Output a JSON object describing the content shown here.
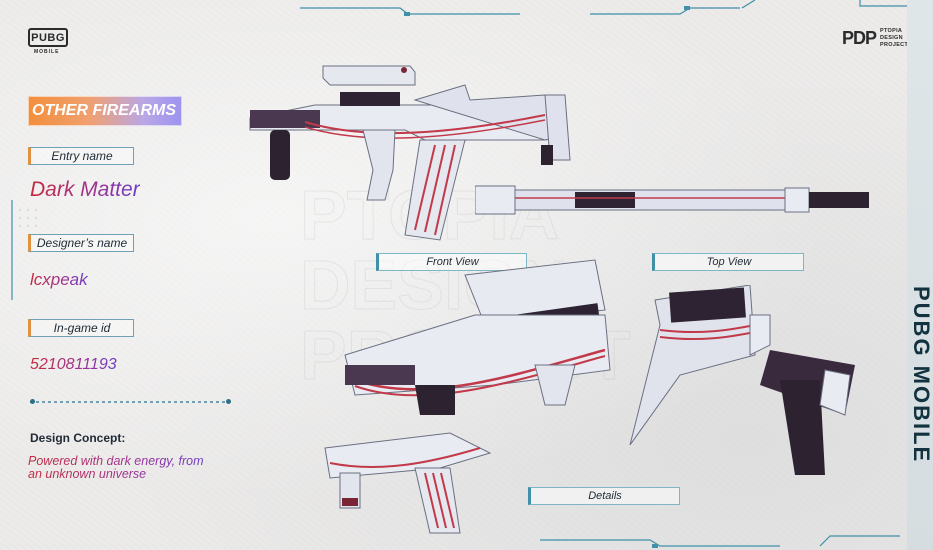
{
  "branding": {
    "pubg_logo_text": "PUBG",
    "pubg_logo_sub": "MOBILE",
    "pdp_mark": "PDP",
    "pdp_text_line1": "PTOPIA",
    "pdp_text_line2": "DESIGN",
    "pdp_text_line3": "PROJECT",
    "side_text": "PUBG MOBILE"
  },
  "category": "OTHER FIREARMS",
  "entry": {
    "entry_name_label": "Entry name",
    "entry_name_value": "Dark Matter",
    "designer_label": "Designer’s name",
    "designer_value": "lcxpeak",
    "ingame_label": "In-game id",
    "ingame_value": "5210811193"
  },
  "concept": {
    "title": "Design Concept:",
    "text_line1": "Powered with dark energy, from",
    "text_line2": "an unknown universe"
  },
  "views": {
    "front": "Front View",
    "top": "Top View",
    "details": "Details"
  },
  "colors": {
    "accent_orange": "#f28f3c",
    "accent_purple": "#9d93f0",
    "value_red": "#c42a3d",
    "value_purple": "#6d3ec6",
    "frame_teal": "#3f90a8",
    "weapon_white": "#e9ebf3",
    "weapon_dark": "#3a2a3e",
    "weapon_stripe": "#c23a4a"
  }
}
